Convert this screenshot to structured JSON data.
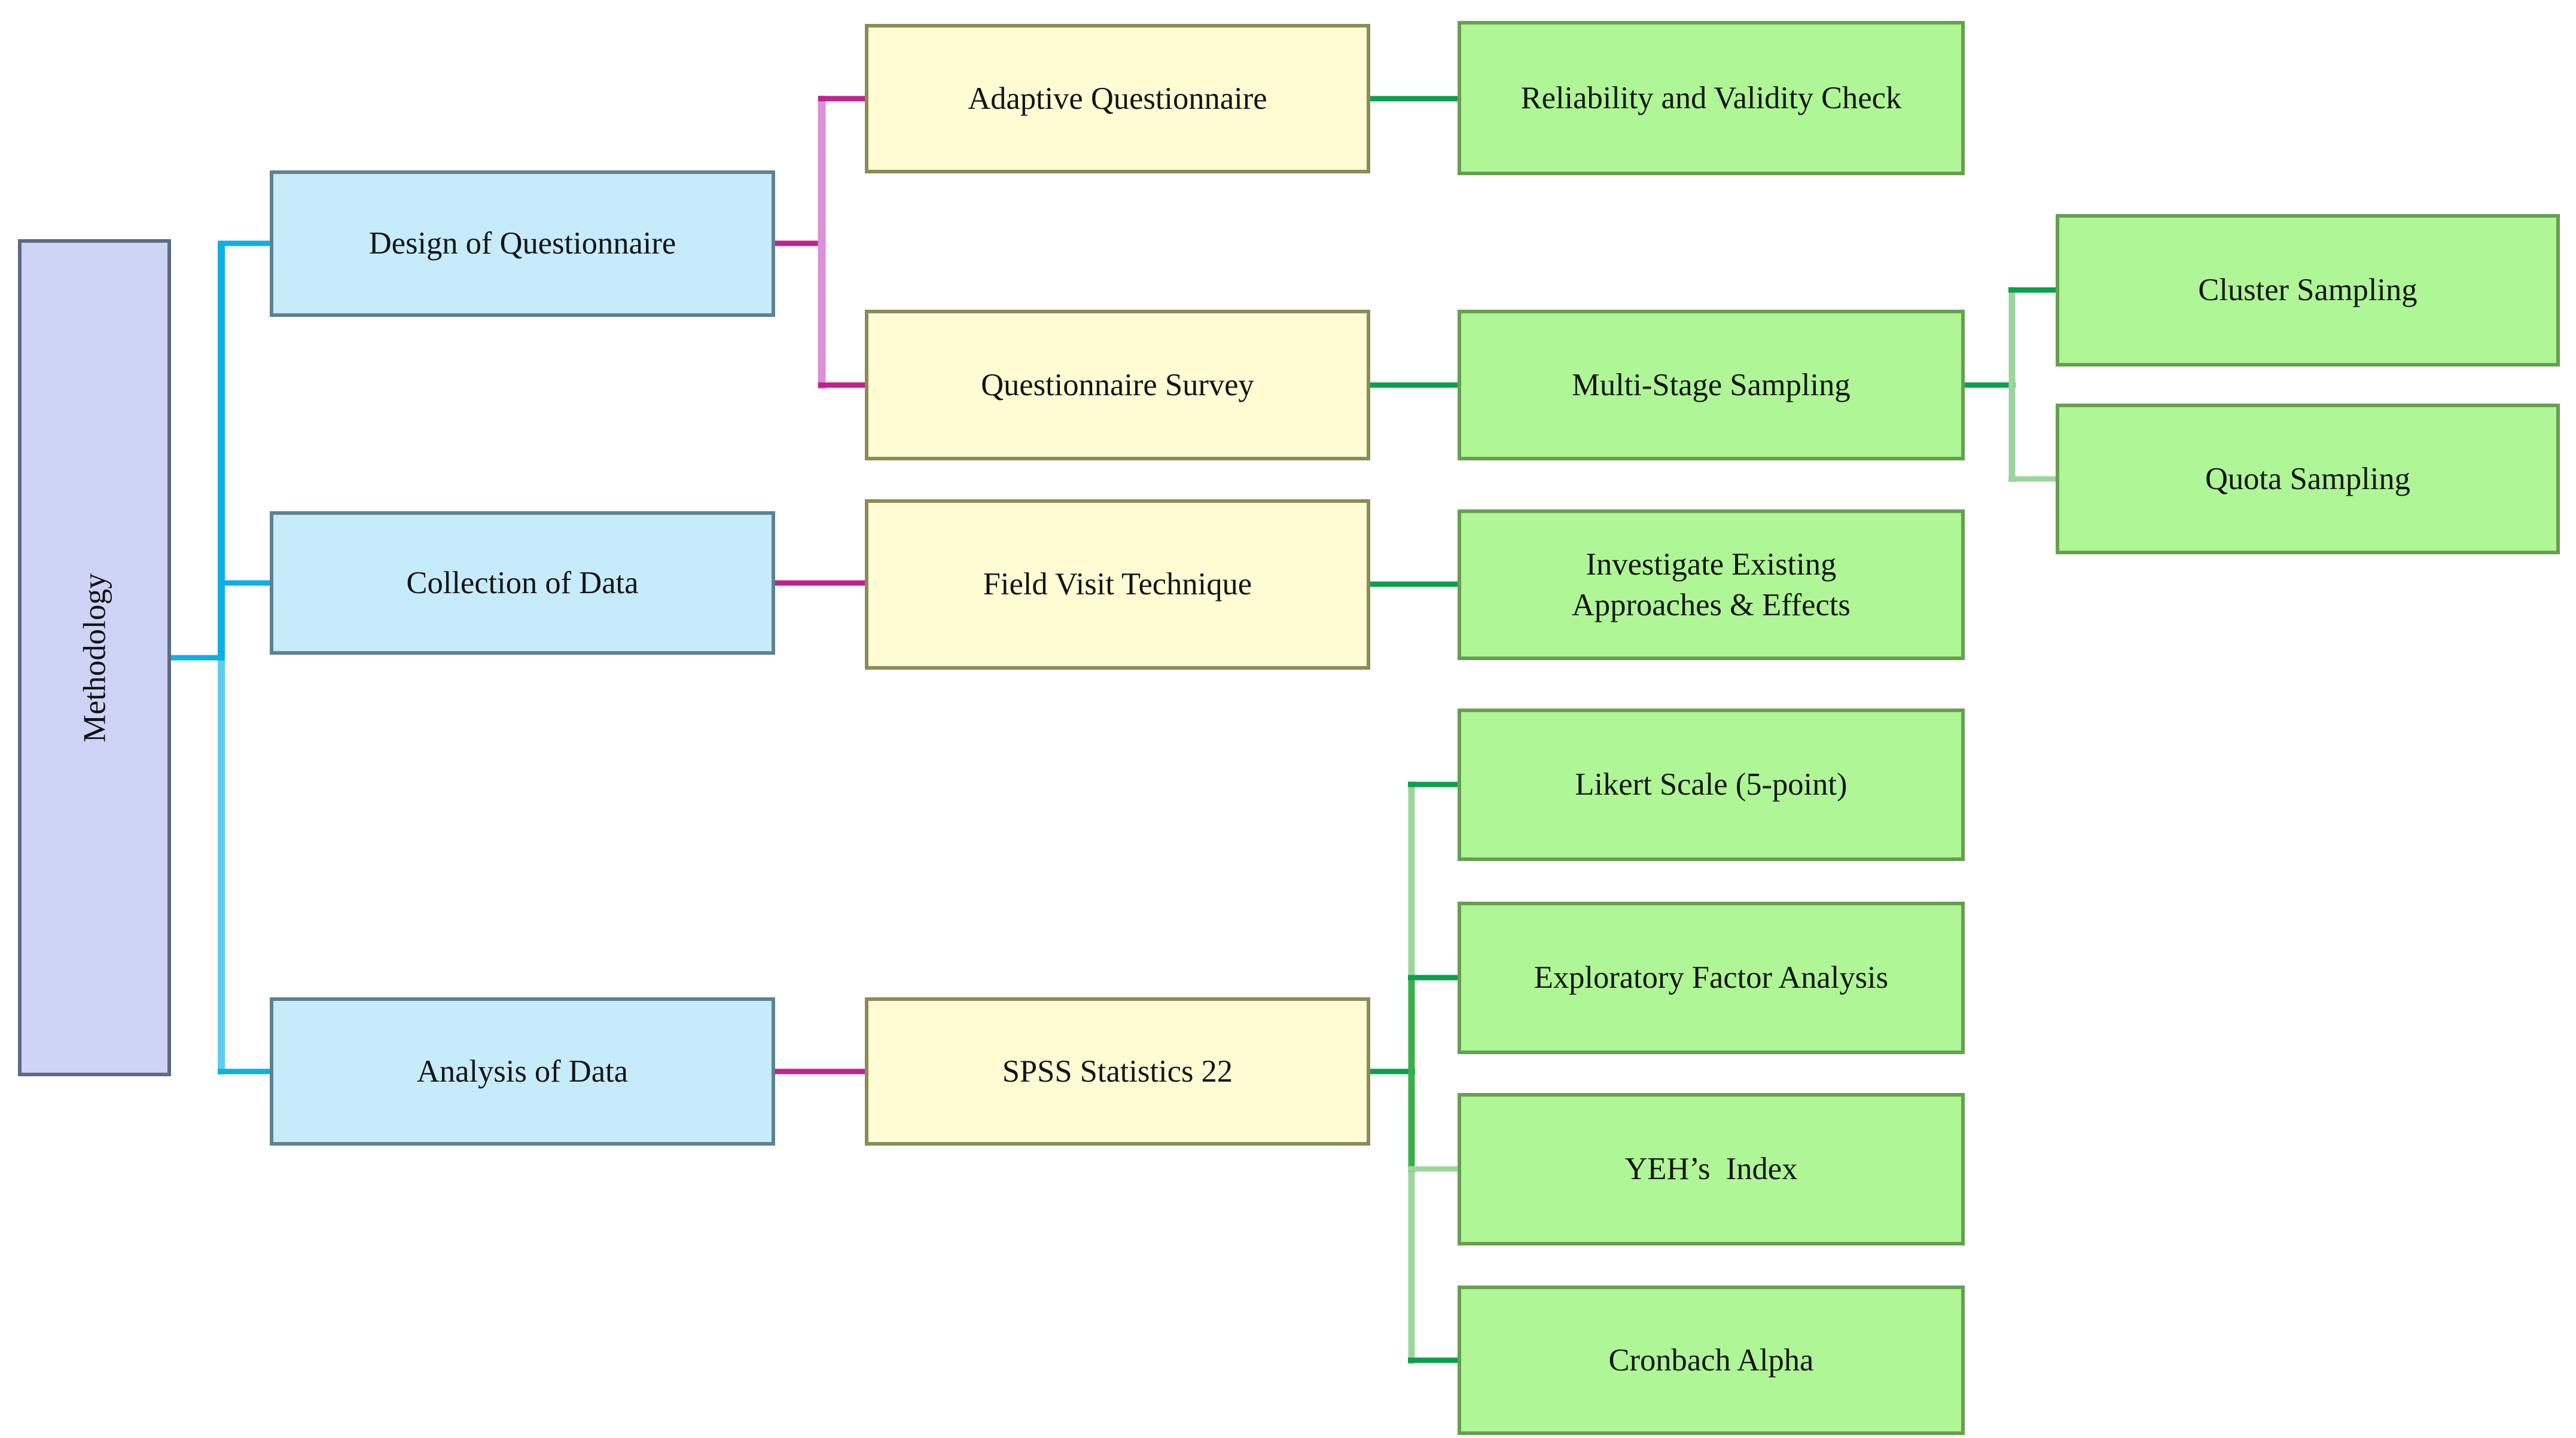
{
  "diagram_title": "Methodology",
  "colors": {
    "lavender_fill": "#ced4f6",
    "lavender_border": "#5d6c82",
    "blue_fill": "#c6ebfb",
    "blue_border": "#5f8191",
    "yellow_fill": "#fffcd4",
    "yellow_border": "#8b8b57",
    "green_fill": "#aff696",
    "green_border": "#679f50",
    "cyan": "#0db0e2",
    "cyan_light": "#5fceee",
    "magenta": "#c22190",
    "plum": "#dc90d8",
    "green_dark": "#0aa04c",
    "green_mid": "#38b04a",
    "green_light": "#9dd69d",
    "text": "#141414"
  },
  "nodes": {
    "methodology": {
      "label": "Methodology"
    },
    "design": {
      "label": "Design of Questionnaire"
    },
    "collection": {
      "label": "Collection of Data"
    },
    "analysis": {
      "label": "Analysis of Data"
    },
    "adaptive": {
      "label": "Adaptive Questionnaire"
    },
    "survey": {
      "label": "Questionnaire Survey"
    },
    "field_visit": {
      "label": "Field Visit Technique"
    },
    "spss": {
      "label": "SPSS Statistics 22"
    },
    "reliability": {
      "label": "Reliability and Validity Check"
    },
    "multistage": {
      "label": "Multi-Stage Sampling"
    },
    "investigate": {
      "label": "Investigate Existing Approaches & Effects"
    },
    "likert": {
      "label": "Likert Scale (5-point)"
    },
    "efa": {
      "label": "Exploratory Factor Analysis"
    },
    "yeh": {
      "label": "YEH’s  Index"
    },
    "cronbach": {
      "label": "Cronbach Alpha"
    },
    "cluster": {
      "label": "Cluster Sampling"
    },
    "quota": {
      "label": "Quota Sampling"
    }
  },
  "edges": [
    {
      "from": "methodology",
      "to": "design",
      "color": "cyan"
    },
    {
      "from": "methodology",
      "to": "collection",
      "color": "cyan"
    },
    {
      "from": "methodology",
      "to": "analysis",
      "color": "cyan"
    },
    {
      "from": "design",
      "to": "adaptive",
      "color": "magenta"
    },
    {
      "from": "design",
      "to": "survey",
      "color": "magenta"
    },
    {
      "from": "collection",
      "to": "field_visit",
      "color": "magenta"
    },
    {
      "from": "analysis",
      "to": "spss",
      "color": "magenta"
    },
    {
      "from": "adaptive",
      "to": "reliability",
      "color": "green"
    },
    {
      "from": "survey",
      "to": "multistage",
      "color": "green"
    },
    {
      "from": "field_visit",
      "to": "investigate",
      "color": "green"
    },
    {
      "from": "multistage",
      "to": "cluster",
      "color": "green"
    },
    {
      "from": "multistage",
      "to": "quota",
      "color": "green"
    },
    {
      "from": "spss",
      "to": "likert",
      "color": "green"
    },
    {
      "from": "spss",
      "to": "efa",
      "color": "green"
    },
    {
      "from": "spss",
      "to": "yeh",
      "color": "green"
    },
    {
      "from": "spss",
      "to": "cronbach",
      "color": "green"
    }
  ]
}
